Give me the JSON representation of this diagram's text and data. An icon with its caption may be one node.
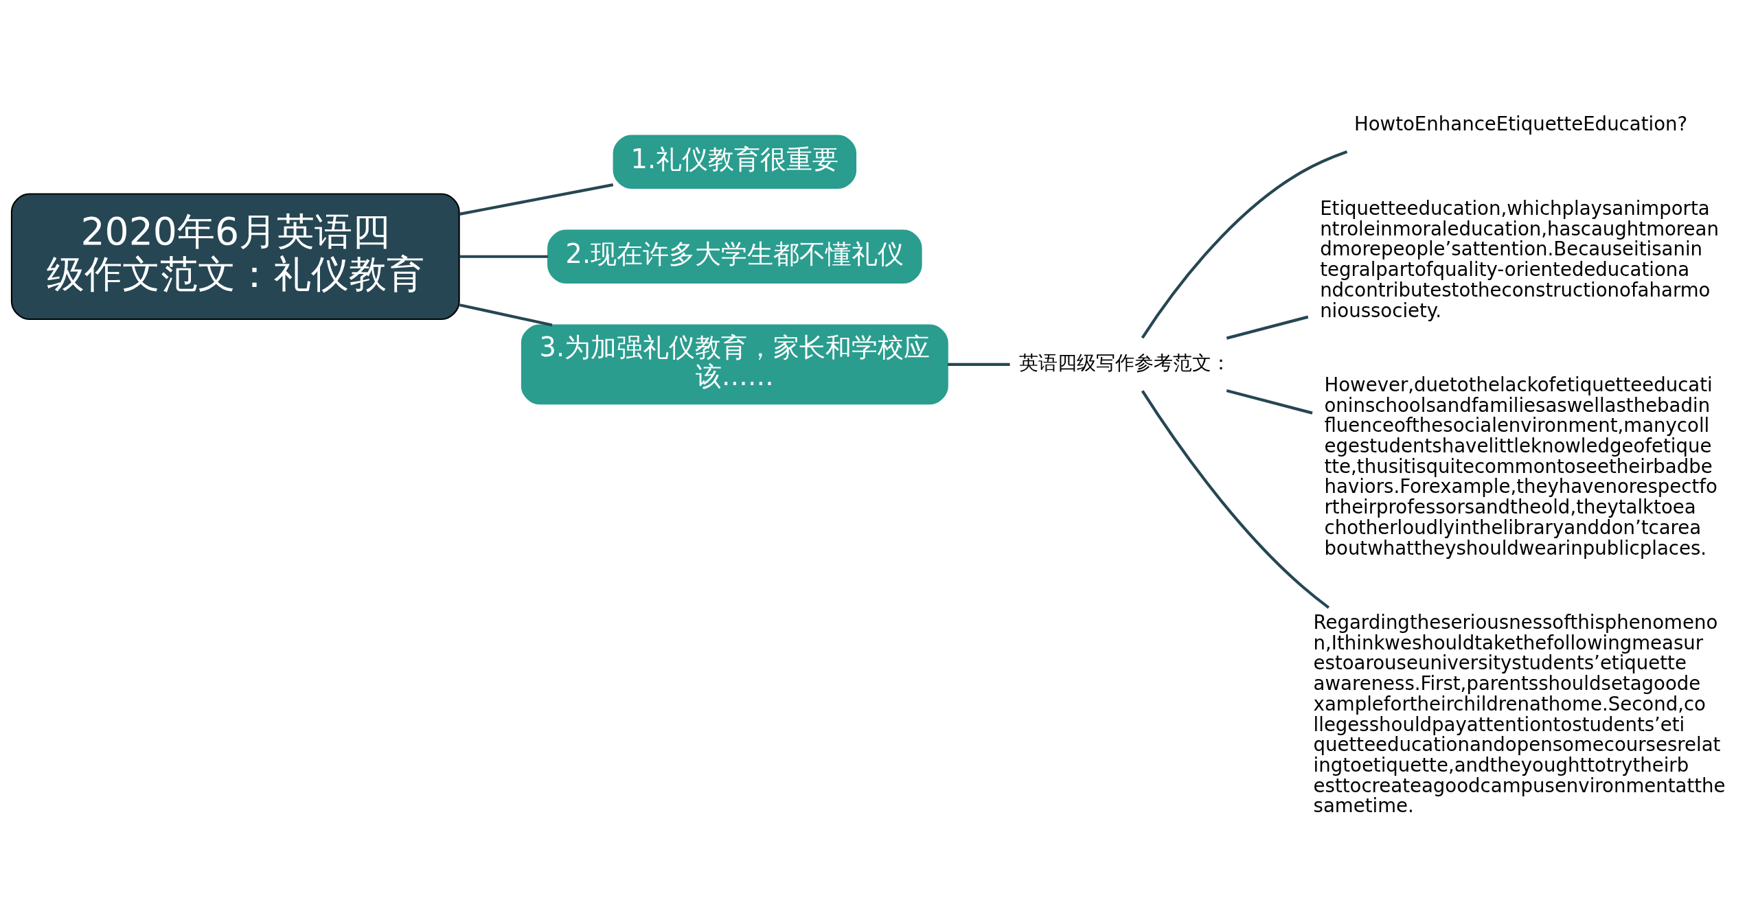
{
  "diagram": {
    "nodes": [
      {
        "text": [
          "2020年6月英语四级作文范文：礼仪教育"
        ]
      },
      {
        "text": [
          "1.礼仪教育很重要"
        ]
      },
      {
        "text": [
          "2.现在许多大学生都不懂礼仪"
        ]
      },
      {
        "text": [
          "3.为加强礼仪教育，家长和学校应该……"
        ]
      },
      {
        "text": [
          "英语四级写作参考范文："
        ]
      },
      {
        "text": [
          "HowtoEnhanceEtiquetteEducation?"
        ]
      },
      {
        "text": [
          "Etiquetteeducation,whichplaysanimportantroleinmoraleducation,hascaughtmoreandmorepeople’sattention.Becauseitisanintegralpartofquality-orientededucationandcontributestotheconstructionofaharmonioussociety."
        ]
      },
      {
        "text": [
          "However,duetothelackofetiquetteeducationinschoolsandfamiliesaswellasthebadinfluenceofthesocialenvironment,manycollegestudentshavelittleknowledgeofetiquette,thusitisquitecommontoseetheirbadbehaviors.Forexample,theyhavenorespectfortheirprofessorsandtheold,theytalktoeachotherloudlyinthelibraryanddon’tcareaboutwhattheyshouldwearinpublicplaces."
        ]
      },
      {
        "text": [
          "Regardingtheseriousnessofthisphenomenon,Ithinkweshouldtakethefollowingmeasurestoarouseuniversitystudents’etiquetteawareness.First,parentsshouldsetagoodexamplefortheirchildrenathome.Second,collegesshouldpayattentiontostudents’etiquetteeducationandopensomecoursesrelatingtoetiquette,andtheyoughttotrytheirbesttocreateagoodcampusenvironmentatthesametime."
        ]
      }
    ],
    "edges": [
      {
        "from": 0,
        "to": 1,
        "arrow": "none"
      },
      {
        "from": 0,
        "to": 2,
        "arrow": "none"
      },
      {
        "from": 0,
        "to": 3,
        "arrow": "none"
      },
      {
        "from": 3,
        "to": 4,
        "arrow": "none"
      },
      {
        "from": 4,
        "to": 5,
        "arrow": "none"
      },
      {
        "from": 4,
        "to": 6,
        "arrow": "none"
      },
      {
        "from": 4,
        "to": 7,
        "arrow": "none"
      },
      {
        "from": 4,
        "to": 8,
        "arrow": "none"
      }
    ]
  }
}
